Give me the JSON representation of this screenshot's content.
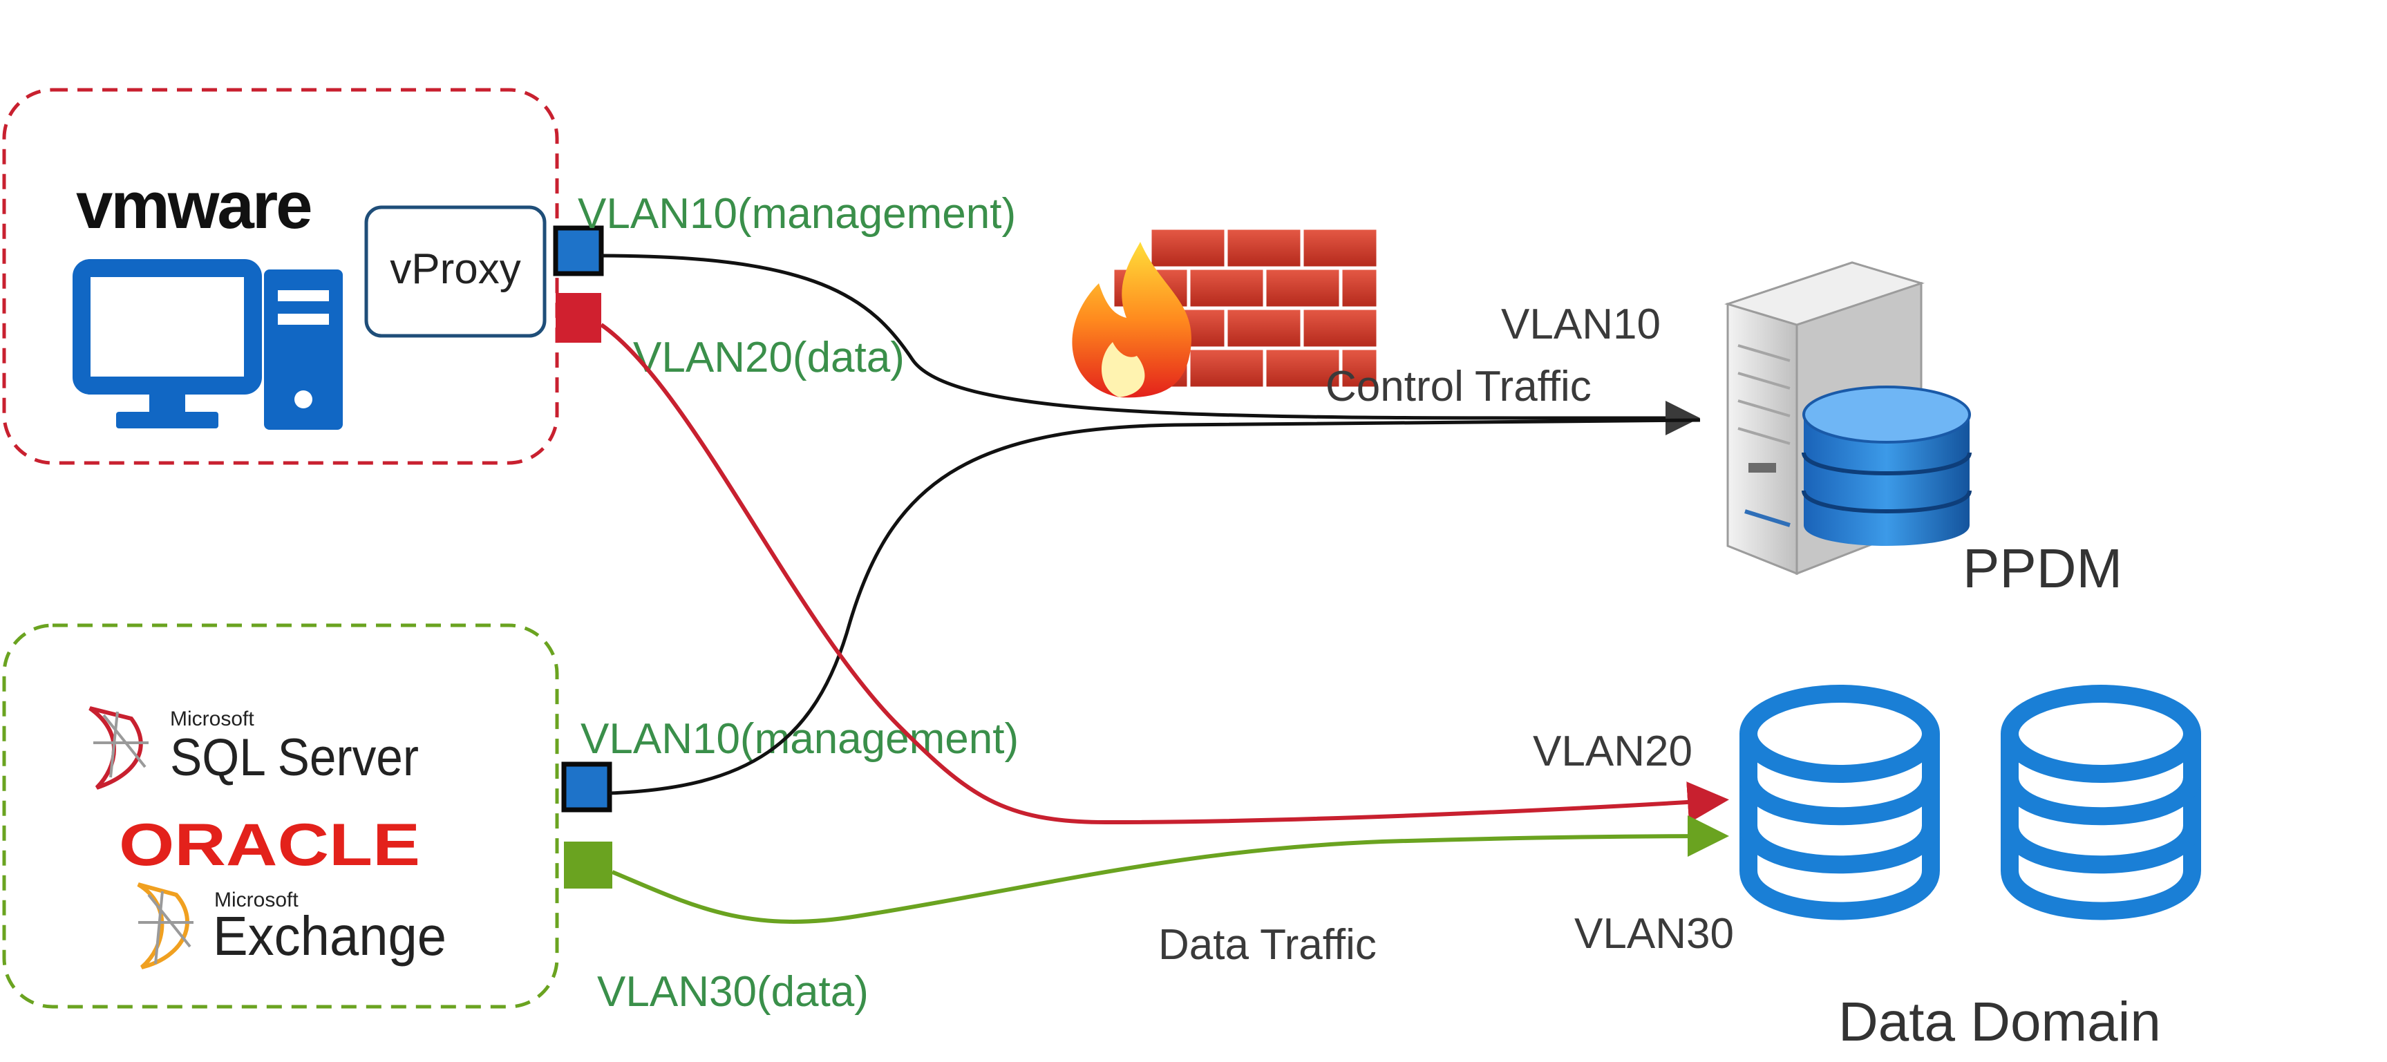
{
  "vmware_group": {
    "logo_text": "vmware",
    "vproxy_label": "vProxy",
    "vlan10_label": "VLAN10(management)",
    "vlan20_label": "VLAN20(data)"
  },
  "app_group": {
    "sql_brand_small": "Microsoft",
    "sql_brand_main": "SQL Server",
    "oracle_text": "ORACLE",
    "exchange_brand_small": "Microsoft",
    "exchange_brand_main": "Exchange",
    "vlan10_label": "VLAN10(management)",
    "vlan30_label": "VLAN30(data)"
  },
  "ppdm": {
    "label": "PPDM",
    "vlan_label": "VLAN10",
    "traffic_label": "Control Traffic"
  },
  "data_domain": {
    "label": "Data Domain",
    "vlan20_label": "VLAN20",
    "vlan30_label": "VLAN30",
    "traffic_label": "Data Traffic"
  },
  "colors": {
    "red_dashed": "#c8202f",
    "green_dashed": "#6aa320",
    "blue_accent": "#1167c4",
    "vlan_label_green": "#3a8f4a",
    "line_black": "#111111",
    "line_red": "#c8202f",
    "line_green": "#6aa320"
  }
}
